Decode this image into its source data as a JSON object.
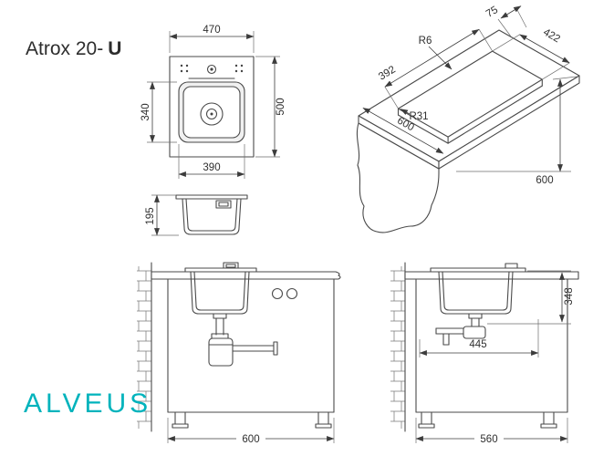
{
  "title": {
    "prefix": "Atrox 20-",
    "suffix": "U"
  },
  "brand_logo": "ALVEUS",
  "colors": {
    "brand": "#00b3bc",
    "line": "#4a4a4a",
    "dim_text": "#2f2f2f"
  },
  "views": {
    "top": {
      "label_width": "470",
      "label_height": "500",
      "label_bowl_height": "340",
      "label_bowl_width": "390"
    },
    "side": {
      "label_depth": "195"
    },
    "cutout": {
      "label_offset": "75",
      "label_length": "422",
      "label_radius_small": "R6",
      "label_width": "392",
      "label_radius_large": "R31",
      "label_front": "600",
      "label_depth": "600"
    },
    "section_front": {
      "label_cabinet_width": "600"
    },
    "section_side": {
      "label_height": "348",
      "label_drain": "445",
      "label_cabinet_depth": "560"
    }
  }
}
